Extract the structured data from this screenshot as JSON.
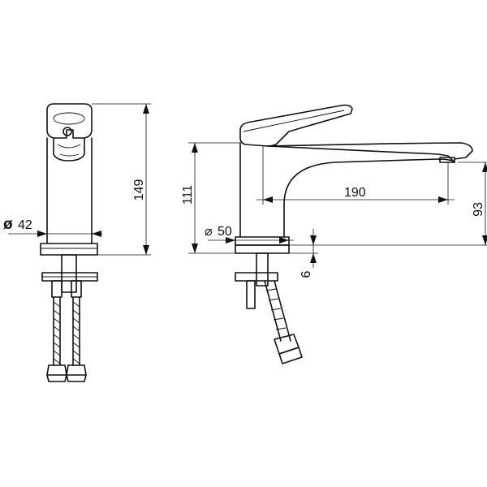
{
  "figure": {
    "front_view": {
      "height_label": "149",
      "diameter_label": "42",
      "diameter_symbol": "ø"
    },
    "side_view": {
      "height_label": "111",
      "reach_label": "190",
      "spout_height_label": "93",
      "base_diameter_label": "50",
      "base_diameter_symbol": "⌀",
      "thickness_label": "6"
    }
  }
}
